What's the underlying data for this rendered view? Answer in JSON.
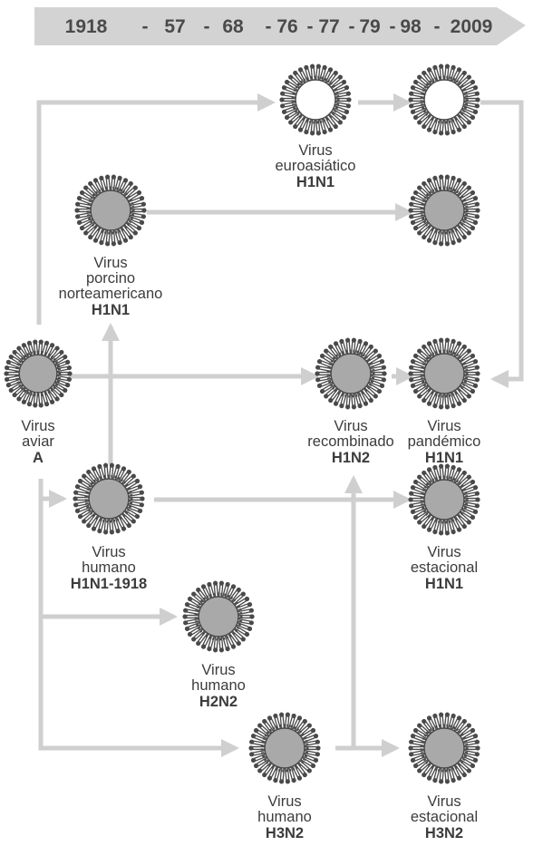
{
  "timeline": {
    "years": [
      "1918",
      "-",
      "57",
      "-",
      "68",
      "-",
      "76",
      "-",
      "77",
      "-",
      "79",
      "-",
      "98",
      "-",
      "2009"
    ]
  },
  "viruses": [
    {
      "id": "aviar",
      "kind": "gray",
      "lines": [
        "Virus",
        "aviar"
      ],
      "bold": "A"
    },
    {
      "id": "porcino",
      "kind": "gray",
      "lines": [
        "Virus",
        "porcino",
        "norteamericano"
      ],
      "bold": "H1N1"
    },
    {
      "id": "euroasiatico",
      "kind": "white",
      "lines": [
        "Virus",
        "euroasiático"
      ],
      "bold": "H1N1"
    },
    {
      "id": "euroasiatico-2",
      "kind": "white",
      "lines": [],
      "bold": ""
    },
    {
      "id": "porcino-2",
      "kind": "gray",
      "lines": [],
      "bold": ""
    },
    {
      "id": "recombinado",
      "kind": "gray",
      "lines": [
        "Virus",
        "recombinado"
      ],
      "bold": "H1N2"
    },
    {
      "id": "pandemico",
      "kind": "gray",
      "lines": [
        "Virus",
        "pandémico"
      ],
      "bold": "H1N1"
    },
    {
      "id": "humano-1918",
      "kind": "gray",
      "lines": [
        "Virus",
        "humano"
      ],
      "bold": "H1N1-1918"
    },
    {
      "id": "estacional-h1n1",
      "kind": "gray",
      "lines": [
        "Virus",
        "estacional"
      ],
      "bold": "H1N1"
    },
    {
      "id": "humano-h2n2",
      "kind": "gray",
      "lines": [
        "Virus",
        "humano"
      ],
      "bold": "H2N2"
    },
    {
      "id": "humano-h3n2",
      "kind": "gray",
      "lines": [
        "Virus",
        "humano"
      ],
      "bold": "H3N2"
    },
    {
      "id": "estacional-h3n2",
      "kind": "gray",
      "lines": [
        "Virus",
        "estacional"
      ],
      "bold": "H3N2"
    }
  ],
  "colors": {
    "arrow": "#cfcfcf",
    "timeline_bar": "#d3d3d3",
    "virus_core": "#a9a9a9",
    "virus_spike": "#4a4a4a",
    "virus_spike_fill": "#ffffff",
    "text": "#3c3c3c"
  }
}
